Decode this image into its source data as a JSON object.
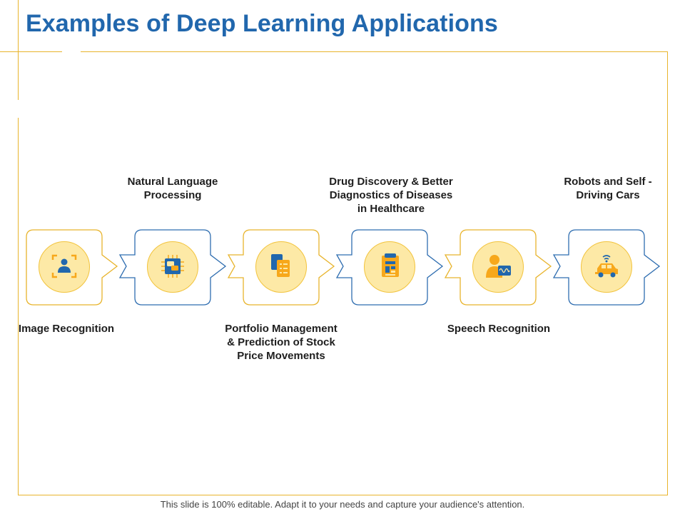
{
  "slide": {
    "title": "Examples of Deep Learning Applications",
    "footer": "This slide is 100% editable. Adapt it to your needs and capture your audience's attention."
  },
  "colors": {
    "title": "#2167ad",
    "gold": "#e8b42c",
    "blue": "#2e6db0",
    "circle_fill": "#fde9a6",
    "icon_orange": "#f7a81b",
    "icon_blue": "#2167ad"
  },
  "steps": [
    {
      "label": "Image Recognition",
      "icon": "user-focus-icon",
      "border": "gold"
    },
    {
      "label": "Natural Language Processing",
      "icon": "chip-chat-icon",
      "border": "blue"
    },
    {
      "label": "Portfolio Management & Prediction of Stock Price Movements",
      "icon": "documents-icon",
      "border": "gold"
    },
    {
      "label": "Drug Discovery & Better Diagnostics of Diseases in Healthcare",
      "icon": "clipboard-icon",
      "border": "blue"
    },
    {
      "label": "Speech Recognition",
      "icon": "speaker-wave-icon",
      "border": "gold"
    },
    {
      "label": "Robots and Self - Driving Cars",
      "icon": "smart-car-icon",
      "border": "blue"
    }
  ]
}
